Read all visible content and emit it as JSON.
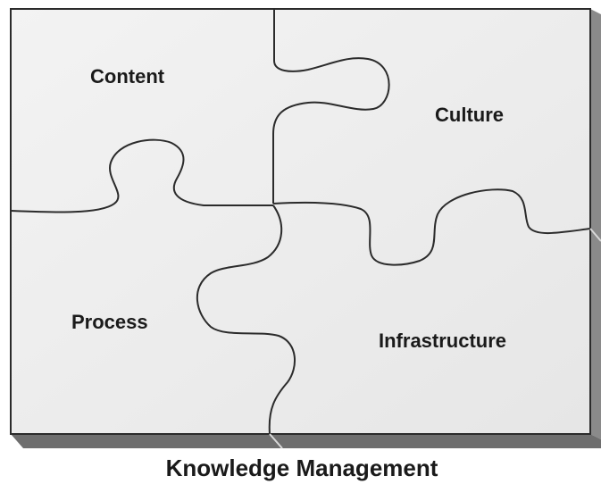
{
  "diagram": {
    "caption": "Knowledge Management",
    "pieces": {
      "content": "Content",
      "culture": "Culture",
      "process": "Process",
      "infrastructure": "Infrastructure"
    }
  },
  "colors": {
    "puzzle_face": "#efefef",
    "puzzle_edge": "#2b2b2b",
    "slab_side": "#8a8a8a",
    "slab_bottom": "#6e6e6e",
    "text": "#1a1a1a"
  }
}
